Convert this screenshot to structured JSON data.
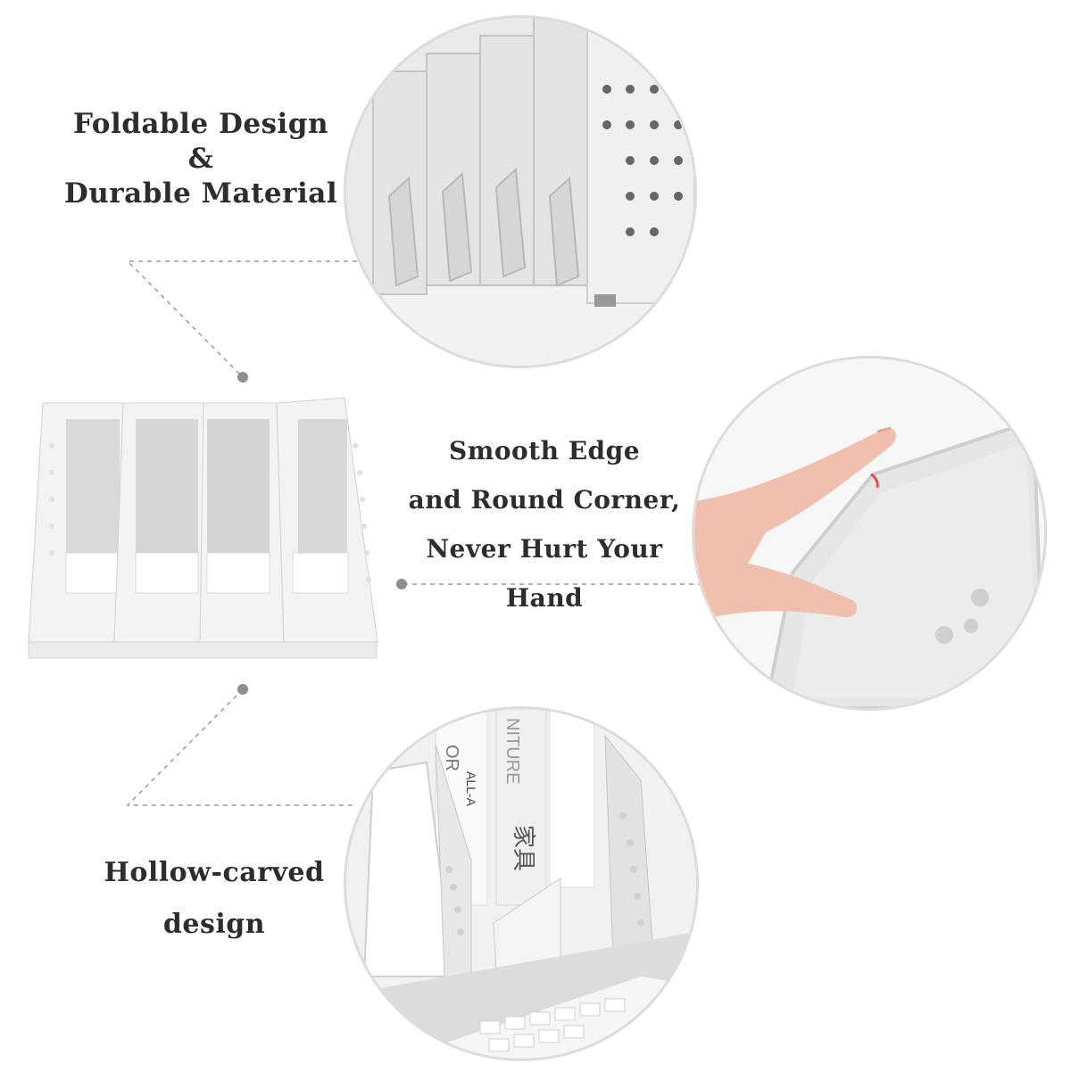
{
  "features": [
    {
      "lines": [
        "Foldable Design",
        "&",
        "Durable Material"
      ]
    },
    {
      "lines": [
        "Smooth Edge",
        "and Round Corner,",
        "Never Hurt Your Hand"
      ]
    },
    {
      "lines": [
        "Hollow-carved",
        "design"
      ]
    }
  ],
  "photo_lettering": {
    "book_spine_1": "OR",
    "book_spine_2": "ALL-A",
    "book_spine_3": "NITURE",
    "book_spine_4": "家具"
  },
  "colors": {
    "text": "#2d2d2d",
    "product_white": "#f4f4f4",
    "product_grey": "#d8d8d8",
    "circle_border": "#dcdcdc",
    "connector": "#9a9a9a",
    "skin": "#f0b8a8"
  }
}
